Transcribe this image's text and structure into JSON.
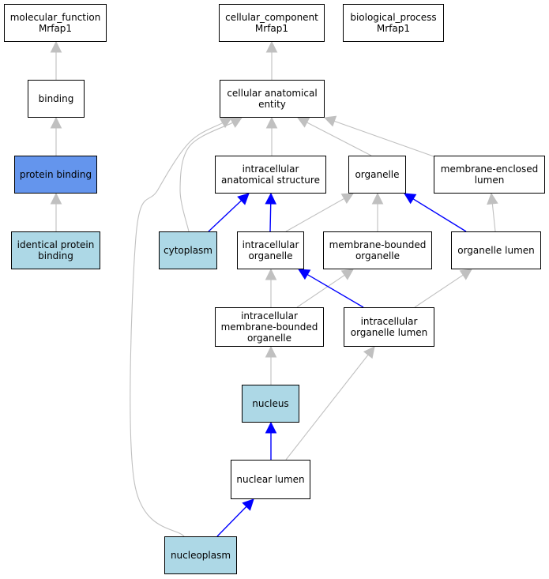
{
  "colors": {
    "default_fill": "#ffffff",
    "annotated_fill": "#add8e6",
    "highlight_fill": "#6495ed",
    "is_a_edge": "#c0c0c0",
    "part_of_edge": "#0000ff"
  },
  "nodes": {
    "mf_root": {
      "label": "molecular_function\nMrfap1",
      "fill": "default"
    },
    "cc_root": {
      "label": "cellular_component\nMrfap1",
      "fill": "default"
    },
    "bp_root": {
      "label": "biological_process\nMrfap1",
      "fill": "default"
    },
    "binding": {
      "label": "binding",
      "fill": "default"
    },
    "protein_binding": {
      "label": "protein binding",
      "fill": "highlight"
    },
    "identical_protein_binding": {
      "label": "identical protein\nbinding",
      "fill": "annotated"
    },
    "cellular_anatomical_entity": {
      "label": "cellular anatomical\nentity",
      "fill": "default"
    },
    "intracellular_anatomical_structure": {
      "label": "intracellular\nanatomical structure",
      "fill": "default"
    },
    "organelle": {
      "label": "organelle",
      "fill": "default"
    },
    "membrane_enclosed_lumen": {
      "label": "membrane-enclosed\nlumen",
      "fill": "default"
    },
    "cytoplasm": {
      "label": "cytoplasm",
      "fill": "annotated"
    },
    "intracellular_organelle": {
      "label": "intracellular\norganelle",
      "fill": "default"
    },
    "membrane_bounded_organelle": {
      "label": "membrane-bounded\norganelle",
      "fill": "default"
    },
    "organelle_lumen": {
      "label": "organelle lumen",
      "fill": "default"
    },
    "intracellular_membrane_bounded_organelle": {
      "label": "intracellular\nmembrane-bounded\norganelle",
      "fill": "default"
    },
    "intracellular_organelle_lumen": {
      "label": "intracellular\norganelle lumen",
      "fill": "default"
    },
    "nucleus": {
      "label": "nucleus",
      "fill": "annotated"
    },
    "nuclear_lumen": {
      "label": "nuclear lumen",
      "fill": "default"
    },
    "nucleoplasm": {
      "label": "nucleoplasm",
      "fill": "annotated"
    }
  },
  "edges": [
    {
      "from": "binding",
      "to": "mf_root",
      "type": "is_a"
    },
    {
      "from": "protein_binding",
      "to": "binding",
      "type": "is_a"
    },
    {
      "from": "identical_protein_binding",
      "to": "protein_binding",
      "type": "is_a"
    },
    {
      "from": "cellular_anatomical_entity",
      "to": "cc_root",
      "type": "is_a"
    },
    {
      "from": "intracellular_anatomical_structure",
      "to": "cellular_anatomical_entity",
      "type": "is_a"
    },
    {
      "from": "organelle",
      "to": "cellular_anatomical_entity",
      "type": "is_a"
    },
    {
      "from": "membrane_enclosed_lumen",
      "to": "cellular_anatomical_entity",
      "type": "is_a"
    },
    {
      "from": "cytoplasm",
      "to": "cellular_anatomical_entity",
      "type": "is_a"
    },
    {
      "from": "nucleoplasm",
      "to": "cellular_anatomical_entity",
      "type": "is_a"
    },
    {
      "from": "cytoplasm",
      "to": "intracellular_anatomical_structure",
      "type": "part_of"
    },
    {
      "from": "intracellular_organelle",
      "to": "intracellular_anatomical_structure",
      "type": "part_of"
    },
    {
      "from": "intracellular_organelle",
      "to": "organelle",
      "type": "is_a"
    },
    {
      "from": "membrane_bounded_organelle",
      "to": "organelle",
      "type": "is_a"
    },
    {
      "from": "organelle_lumen",
      "to": "organelle",
      "type": "part_of"
    },
    {
      "from": "organelle_lumen",
      "to": "membrane_enclosed_lumen",
      "type": "is_a"
    },
    {
      "from": "intracellular_membrane_bounded_organelle",
      "to": "intracellular_organelle",
      "type": "is_a"
    },
    {
      "from": "intracellular_membrane_bounded_organelle",
      "to": "membrane_bounded_organelle",
      "type": "is_a"
    },
    {
      "from": "intracellular_organelle_lumen",
      "to": "intracellular_organelle",
      "type": "part_of"
    },
    {
      "from": "intracellular_organelle_lumen",
      "to": "organelle_lumen",
      "type": "is_a"
    },
    {
      "from": "nucleus",
      "to": "intracellular_membrane_bounded_organelle",
      "type": "is_a"
    },
    {
      "from": "nuclear_lumen",
      "to": "nucleus",
      "type": "part_of"
    },
    {
      "from": "nuclear_lumen",
      "to": "intracellular_organelle_lumen",
      "type": "is_a"
    },
    {
      "from": "nucleoplasm",
      "to": "nuclear_lumen",
      "type": "part_of"
    }
  ]
}
